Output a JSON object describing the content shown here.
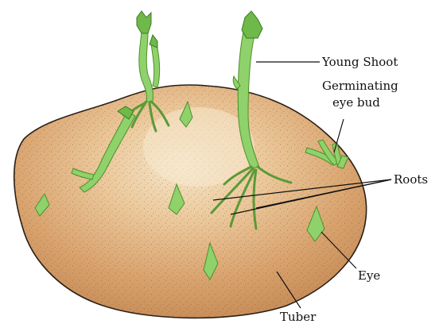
{
  "labels": {
    "young_shoot": "Young Shoot",
    "germinating_line1": "Germinating",
    "germinating_line2": "eye bud",
    "roots": "Roots",
    "eye": "Eye",
    "tuber": "Tuber"
  },
  "colors": {
    "tuber_fill": "#d9a36e",
    "tuber_light": "#f3e3c4",
    "tuber_outline": "#2a2016",
    "shoot_green": "#8fd16a"
  }
}
